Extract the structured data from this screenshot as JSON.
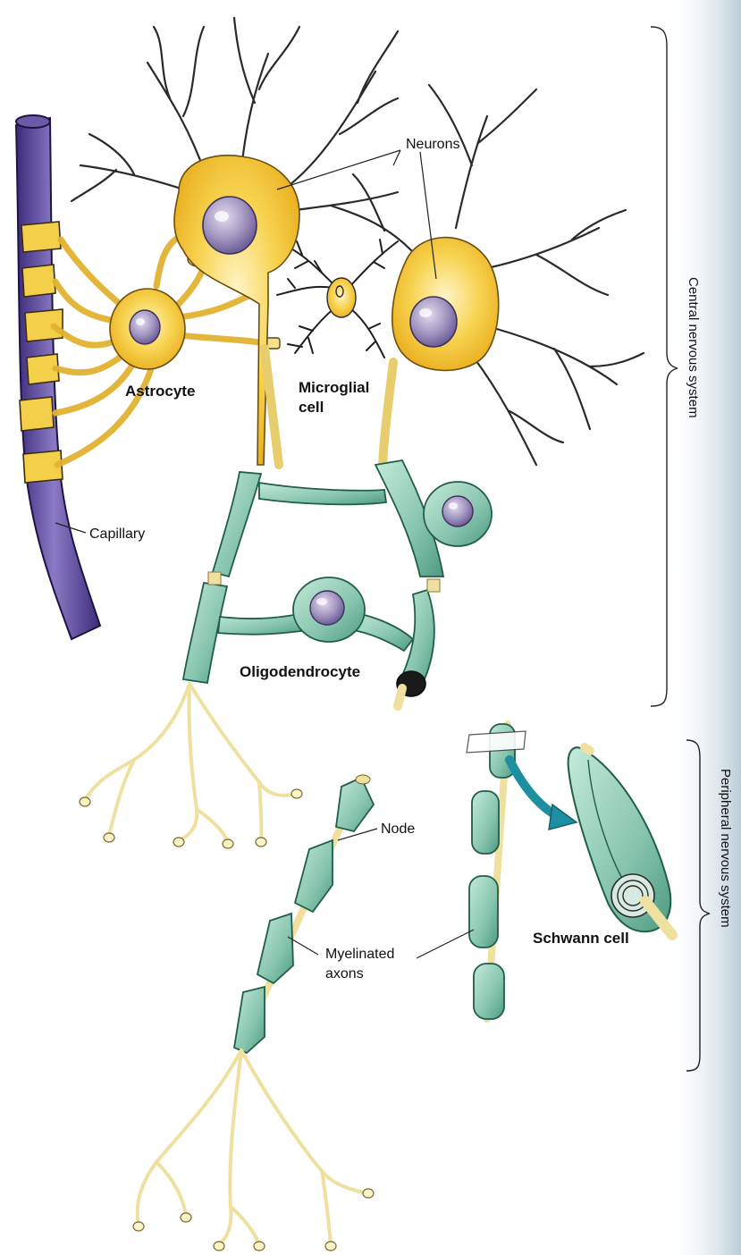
{
  "labels": {
    "neurons": "Neurons",
    "astrocyte": "Astrocyte",
    "microglial": "Microglial",
    "microglial_cell": "cell",
    "capillary": "Capillary",
    "oligodendrocyte": "Oligodendrocyte",
    "node": "Node",
    "myelinated": "Myelinated",
    "axons": "axons",
    "schwann": "Schwann cell",
    "cns": "Central nervous system",
    "pns": "Peripheral nervous system"
  },
  "colors": {
    "neuron_fill": "#f4c63a",
    "neuron_glow": "#fff2b0",
    "nucleus": "#a79ac2",
    "capillary": "#5a4796",
    "myelin": "#8fcab6",
    "myelin_dark": "#3f8a72",
    "axon": "#efe0a0",
    "dendrite": "#2a2a2a",
    "schwann_arrow": "#1d8fa0",
    "page_edge": "#c9d8df"
  }
}
